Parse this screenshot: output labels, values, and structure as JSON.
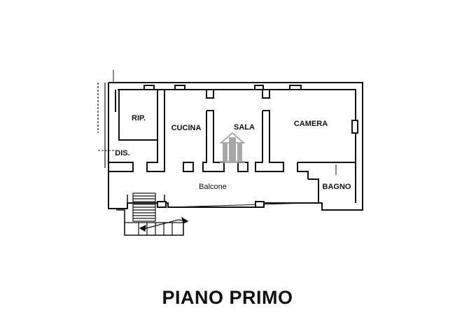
{
  "rooms": {
    "rip": "RIP.",
    "cucina": "CUCINA",
    "sala": "SALA",
    "camera": "CAMERA",
    "dis": "DIS.",
    "balcone": "Balcone",
    "bagno": "BAGNO"
  },
  "title": "PIANO PRIMO",
  "colors": {
    "wall": "#111111",
    "background": "#ffffff",
    "watermark": "#9a9a9a"
  },
  "icons": {
    "watermark": "building-watermark-icon"
  }
}
